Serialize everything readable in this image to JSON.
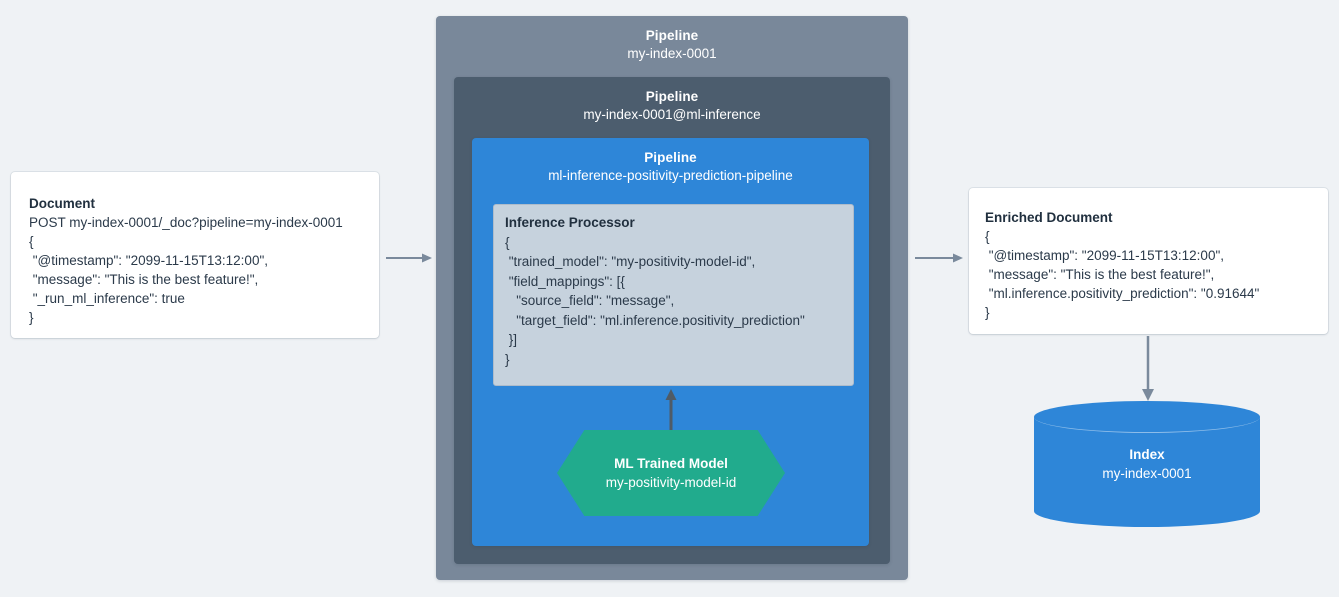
{
  "diagram": {
    "title": "Elasticsearch ML inference ingest pipeline flow",
    "colors": {
      "page_background": "#eff2f5",
      "pipeline_outer": "#79889a",
      "pipeline_mid": "#4c5d6e",
      "pipeline_inner": "#2e86d8",
      "processor_box": "#c6d2dd",
      "ml_model": "#21ab8d",
      "index_cylinder": "#2e86d8",
      "arrow": "#7a8a9c",
      "arrow_dark": "#4f5b66",
      "card_background": "#ffffff",
      "text": "#2b3a4a"
    }
  },
  "document_card": {
    "title": "Document",
    "lines": [
      "POST my-index-0001/_doc?pipeline=my-index-0001",
      "{",
      " \"@timestamp\": \"2099-11-15T13:12:00\",",
      " \"message\": \"This is the best feature!\",",
      " \"_run_ml_inference\": true",
      "}"
    ]
  },
  "pipeline_outer": {
    "label": "Pipeline",
    "name": "my-index-0001"
  },
  "pipeline_mid": {
    "label": "Pipeline",
    "name": "my-index-0001@ml-inference"
  },
  "pipeline_inner": {
    "label": "Pipeline",
    "name": "ml-inference-positivity-prediction-pipeline"
  },
  "inference_processor": {
    "title": "Inference Processor",
    "lines": [
      "{",
      " \"trained_model\": \"my-positivity-model-id\",",
      " \"field_mappings\": [{",
      "   \"source_field\": \"message\",",
      "   \"target_field\": \"ml.inference.positivity_prediction\"",
      " }]",
      "}"
    ]
  },
  "ml_model": {
    "label": "ML Trained Model",
    "name": "my-positivity-model-id"
  },
  "enriched_document_card": {
    "title": "Enriched Document",
    "lines": [
      "{",
      " \"@timestamp\": \"2099-11-15T13:12:00\",",
      " \"message\": \"This is the best feature!\",",
      " \"ml.inference.positivity_prediction\": \"0.91644\"",
      "}"
    ]
  },
  "index": {
    "label": "Index",
    "name": "my-index-0001"
  }
}
